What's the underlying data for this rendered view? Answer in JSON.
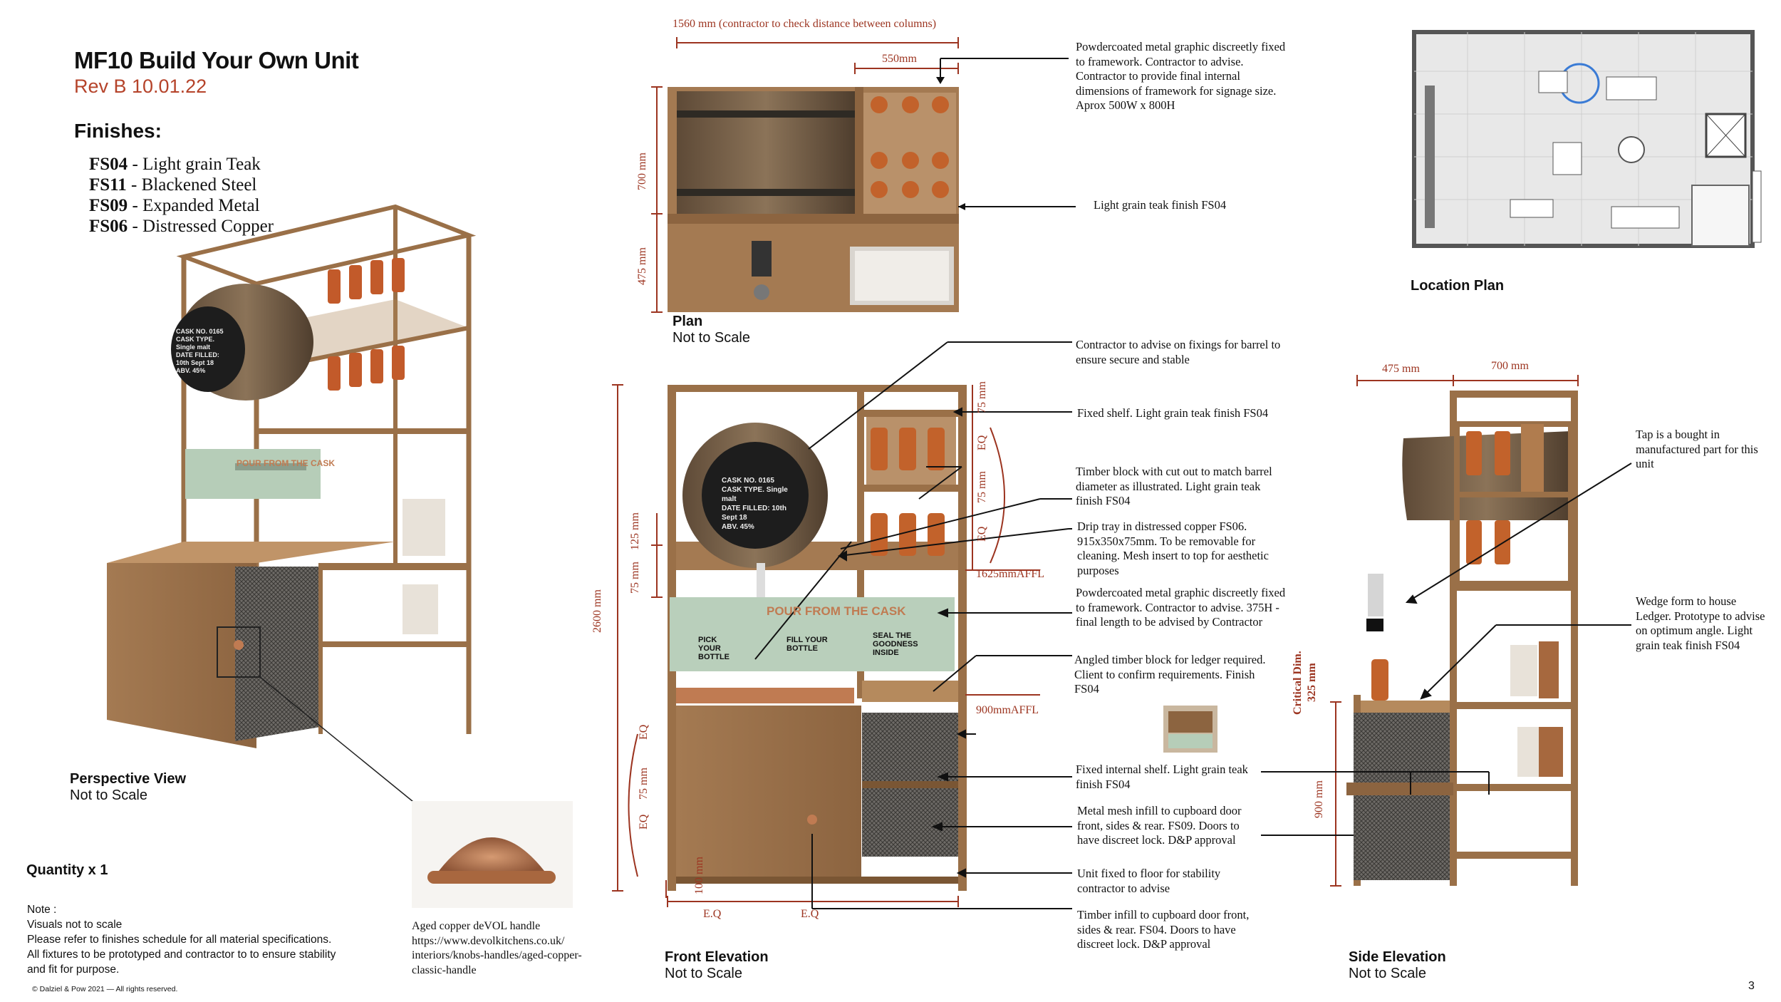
{
  "header": {
    "title": "MF10 Build Your Own Unit",
    "revision": "Rev B 10.01.22"
  },
  "finishes": {
    "heading": "Finishes:",
    "items": [
      {
        "code": "FS04",
        "name": " - Light grain Teak"
      },
      {
        "code": "FS11",
        "name": " -  Blackened Steel"
      },
      {
        "code": "FS09",
        "name": " - Expanded Metal"
      },
      {
        "code": "FS06",
        "name": " - Distressed Copper"
      }
    ]
  },
  "views": {
    "perspective": {
      "title": "Perspective View",
      "sub": "Not to Scale"
    },
    "plan": {
      "title": "Plan",
      "sub": "Not to Scale"
    },
    "front": {
      "title": "Front Elevation",
      "sub": "Not to Scale"
    },
    "side": {
      "title": "Side Elevation",
      "sub": "Not to Scale"
    },
    "location": {
      "title": "Location Plan"
    }
  },
  "quantity": "Quantity x 1",
  "notes": {
    "heading": "Note :",
    "lines": [
      "Visuals not to scale",
      "Please refer to finishes schedule for all material specifications.",
      "All fixtures to be prototyped and contractor to to ensure stability",
      "and fit for purpose."
    ]
  },
  "handle": {
    "lines": [
      "Aged copper deVOL handle",
      "https://www.devolkitchens.co.uk/",
      "interiors/knobs-handles/aged-copper-",
      "classic-handle"
    ]
  },
  "copyright": "© Dalziel & Pow 2021 — All rights reserved.",
  "page_number": "3",
  "dimensions": {
    "plan_width": "1560 mm (contractor to check distance between columns)",
    "plan_550": "550mm",
    "plan_700": "700 mm",
    "plan_475": "475 mm",
    "front_2600": "2600 mm",
    "front_75a": "75 mm",
    "front_125": "125 mm",
    "front_75b": "75 mm",
    "front_eq1": "EQ",
    "front_75c": "75 mm",
    "front_eq2": "EQ",
    "front_eq3": "EQ",
    "front_75d": "75 mm",
    "front_eq4": "EQ",
    "front_100": "100 mm",
    "front_eq_h1": "E.Q",
    "front_eq_h2": "E.Q",
    "front_1625": "1625mmAFFL",
    "front_900": "900mmAFFL",
    "side_475": "475 mm",
    "side_700": "700 mm",
    "side_critical": "Critical Dim.",
    "side_325": "325 mm",
    "side_900": "900 mm"
  },
  "cask_label": {
    "lines": [
      "CASK NO.   0165",
      "CASK TYPE.  Single malt",
      "DATE FILLED: 10th Sept 18",
      "ABV.  45%"
    ]
  },
  "graphic_panel": {
    "headline": "POUR FROM THE CASK",
    "steps": [
      "PICK YOUR BOTTLE",
      "FILL YOUR BOTTLE",
      "SEAL THE GOODNESS INSIDE"
    ]
  },
  "annotations": {
    "plan_graphic": "Powdercoated metal graphic discreetly fixed to framework. Contractor to advise.  Contractor to provide final internal dimensions of framework for signage size.  Aprox 500W x 800H",
    "plan_teak": "Light grain teak finish FS04",
    "barrel_fix": "Contractor to advise on fixings for barrel to ensure secure and stable",
    "fixed_shelf": "Fixed shelf. Light grain teak finish FS04",
    "timber_block": "Timber block with cut out to match barrel diameter as illustrated. Light grain teak finish FS04",
    "drip_tray": "Drip tray in distressed copper FS06. 915x350x75mm. To be removable for cleaning. Mesh insert to top for aesthetic purposes",
    "front_graphic": "Powdercoated metal graphic discreetly fixed to framework. Contractor to advise.  375H - final length to be advised by Contractor",
    "angled_block": "Angled timber block for ledger required. Client to confirm requirements. Finish FS04",
    "internal_shelf": "Fixed internal shelf. Light grain teak finish FS04",
    "mesh_infill": "Metal mesh infill to cupboard door front, sides & rear. FS09. Doors to have discreet lock. D&P approval",
    "floor_fix": "Unit fixed to floor for stability contractor to advise",
    "timber_infill": "Timber infill to cupboard door front, sides & rear. FS04. Doors to have discreet lock. D&P approval",
    "tap": "Tap is a bought in manufactured part for this unit",
    "wedge": "Wedge form to house Ledger. Prototype to advise on optimum angle. Light grain teak finish FS04"
  }
}
